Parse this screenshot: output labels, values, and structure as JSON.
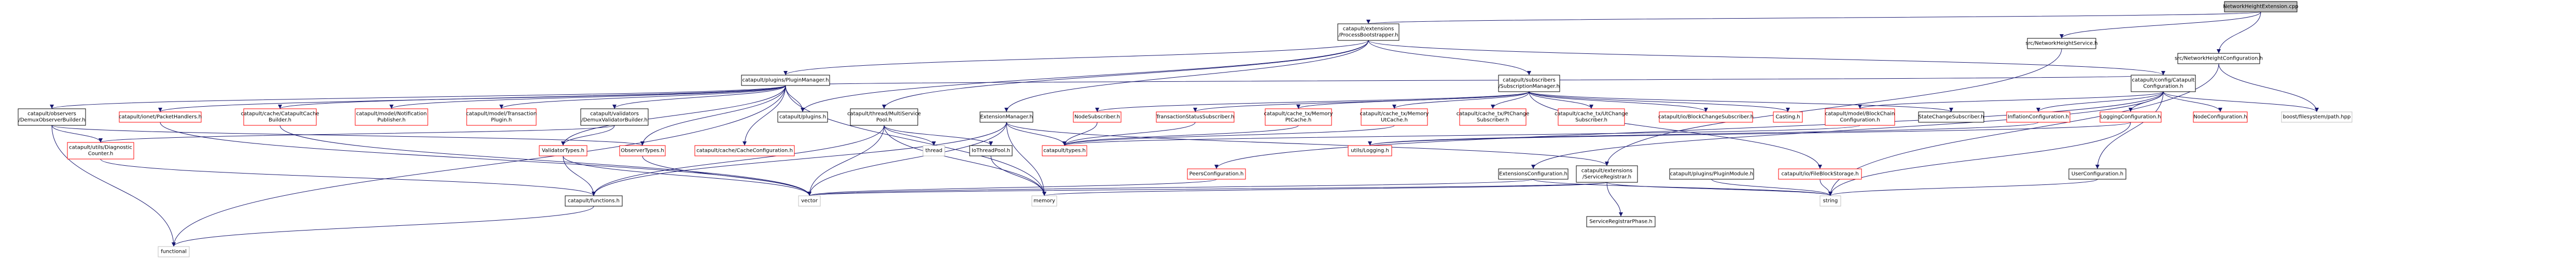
{
  "nodes": [
    {
      "id": "root",
      "lines": [
        "NetworkHeightExtension.cpp"
      ],
      "style": "root"
    },
    {
      "id": "pbs",
      "lines": [
        "catapult/extensions",
        "/ProcessBootstrapper.h"
      ],
      "style": "std"
    },
    {
      "id": "nhsvc",
      "lines": [
        "src/NetworkHeightService.h"
      ],
      "style": "std"
    },
    {
      "id": "nhcfg",
      "lines": [
        "src/NetworkHeightConfiguration.h"
      ],
      "style": "std"
    },
    {
      "id": "plugmgr",
      "lines": [
        "catapult/plugins/PluginManager.h"
      ],
      "style": "std"
    },
    {
      "id": "subsmgr",
      "lines": [
        "catapult/subscribers",
        "/SubscriptionManager.h"
      ],
      "style": "std"
    },
    {
      "id": "catcfg",
      "lines": [
        "catapult/config/Catapult",
        "Configuration.h"
      ],
      "style": "std"
    },
    {
      "id": "obsbuilder",
      "lines": [
        "catapult/observers",
        "/DemuxObserverBuilder.h"
      ],
      "style": "std"
    },
    {
      "id": "pkthandlers",
      "lines": [
        "catapult/ionet/PacketHandlers.h"
      ],
      "style": "red"
    },
    {
      "id": "cachebuilder",
      "lines": [
        "catapult/cache/CatapultCache",
        "Builder.h"
      ],
      "style": "red"
    },
    {
      "id": "notifpub",
      "lines": [
        "catapult/model/Notification",
        "Publisher.h"
      ],
      "style": "red"
    },
    {
      "id": "txplugin",
      "lines": [
        "catapult/model/Transaction",
        "Plugin.h"
      ],
      "style": "red"
    },
    {
      "id": "valbuilder",
      "lines": [
        "catapult/validators",
        "/DemuxValidatorBuilder.h"
      ],
      "style": "std"
    },
    {
      "id": "pluginsh",
      "lines": [
        "catapult/plugins.h"
      ],
      "style": "std"
    },
    {
      "id": "threadpool",
      "lines": [
        "catapult/thread/MultiService",
        "Pool.h"
      ],
      "style": "std"
    },
    {
      "id": "extmgr",
      "lines": [
        "ExtensionManager.h"
      ],
      "style": "std"
    },
    {
      "id": "nodesub",
      "lines": [
        "NodeSubscriber.h"
      ],
      "style": "red"
    },
    {
      "id": "txstatsub",
      "lines": [
        "TransactionStatusSubscriber.h"
      ],
      "style": "red"
    },
    {
      "id": "ptcache",
      "lines": [
        "catapult/cache_tx/Memory",
        "PtCache.h"
      ],
      "style": "red"
    },
    {
      "id": "utcache",
      "lines": [
        "catapult/cache_tx/Memory",
        "UtCache.h"
      ],
      "style": "red"
    },
    {
      "id": "ptchgsub",
      "lines": [
        "catapult/cache_tx/PtChange",
        "Subscriber.h"
      ],
      "style": "red"
    },
    {
      "id": "utchgsub",
      "lines": [
        "catapult/cache_tx/UtChange",
        "Subscriber.h"
      ],
      "style": "red"
    },
    {
      "id": "blkchgsub",
      "lines": [
        "catapult/io/BlockChangeSubscriber.h"
      ],
      "style": "red"
    },
    {
      "id": "casting",
      "lines": [
        "Casting.h"
      ],
      "style": "red"
    },
    {
      "id": "blockchaincfg",
      "lines": [
        "catapult/model/BlockChain",
        "Configuration.h"
      ],
      "style": "red"
    },
    {
      "id": "statechgsub",
      "lines": [
        "StateChangeSubscriber.h"
      ],
      "style": "std"
    },
    {
      "id": "inflationcfg",
      "lines": [
        "InflationConfiguration.h"
      ],
      "style": "red"
    },
    {
      "id": "loggingcfg",
      "lines": [
        "LoggingConfiguration.h"
      ],
      "style": "red"
    },
    {
      "id": "nodecfg",
      "lines": [
        "NodeConfiguration.h"
      ],
      "style": "red"
    },
    {
      "id": "boostpath",
      "lines": [
        "boost/filesystem/path.hpp"
      ],
      "style": "gray"
    },
    {
      "id": "diagcounter",
      "lines": [
        "catapult/utils/Diagnostic",
        "Counter.h"
      ],
      "style": "red"
    },
    {
      "id": "valtypes",
      "lines": [
        "ValidatorTypes.h"
      ],
      "style": "red"
    },
    {
      "id": "obstypes",
      "lines": [
        "ObserverTypes.h"
      ],
      "style": "red"
    },
    {
      "id": "cachecfg",
      "lines": [
        "catapult/cache/CacheConfiguration.h"
      ],
      "style": "red"
    },
    {
      "id": "thread",
      "lines": [
        "thread"
      ],
      "style": "gray"
    },
    {
      "id": "iothreadpool",
      "lines": [
        "IoThreadPool.h"
      ],
      "style": "std"
    },
    {
      "id": "typesh",
      "lines": [
        "catapult/types.h"
      ],
      "style": "red"
    },
    {
      "id": "peerscfg",
      "lines": [
        "PeersConfiguration.h"
      ],
      "style": "red"
    },
    {
      "id": "logging",
      "lines": [
        "utils/Logging.h"
      ],
      "style": "red"
    },
    {
      "id": "servicereg",
      "lines": [
        "catapult/extensions",
        "/ServiceRegistrar.h"
      ],
      "style": "std"
    },
    {
      "id": "extcfg",
      "lines": [
        "ExtensionsConfiguration.h"
      ],
      "style": "std"
    },
    {
      "id": "pluginmodule",
      "lines": [
        "catapult/plugins/PluginModule.h"
      ],
      "style": "std"
    },
    {
      "id": "filestorage",
      "lines": [
        "catapult/io/FileBlockStorage.h"
      ],
      "style": "red"
    },
    {
      "id": "usercfg",
      "lines": [
        "UserConfiguration.h"
      ],
      "style": "std"
    },
    {
      "id": "functions",
      "lines": [
        "catapult/functions.h"
      ],
      "style": "std"
    },
    {
      "id": "functional",
      "lines": [
        "functional"
      ],
      "style": "gray"
    },
    {
      "id": "vector",
      "lines": [
        "vector"
      ],
      "style": "gray"
    },
    {
      "id": "memory",
      "lines": [
        "memory"
      ],
      "style": "gray"
    },
    {
      "id": "string",
      "lines": [
        "string"
      ],
      "style": "gray"
    },
    {
      "id": "srvphase",
      "lines": [
        "ServiceRegistrarPhase.h"
      ],
      "style": "std"
    }
  ],
  "edges": [
    [
      "root",
      "pbs"
    ],
    [
      "root",
      "nhsvc"
    ],
    [
      "root",
      "nhcfg"
    ],
    [
      "pbs",
      "plugmgr"
    ],
    [
      "pbs",
      "subsmgr"
    ],
    [
      "pbs",
      "catcfg"
    ],
    [
      "pbs",
      "threadpool"
    ],
    [
      "pbs",
      "extmgr"
    ],
    [
      "pbs",
      "pluginsh"
    ],
    [
      "nhsvc",
      "servicereg"
    ],
    [
      "nhcfg",
      "boostpath"
    ],
    [
      "nhcfg",
      "string"
    ],
    [
      "plugmgr",
      "obsbuilder"
    ],
    [
      "plugmgr",
      "pkthandlers"
    ],
    [
      "plugmgr",
      "cachebuilder"
    ],
    [
      "plugmgr",
      "notifpub"
    ],
    [
      "plugmgr",
      "txplugin"
    ],
    [
      "plugmgr",
      "valbuilder"
    ],
    [
      "plugmgr",
      "pluginsh"
    ],
    [
      "plugmgr",
      "catcfg"
    ],
    [
      "plugmgr",
      "cachecfg"
    ],
    [
      "plugmgr",
      "valtypes"
    ],
    [
      "plugmgr",
      "obstypes"
    ],
    [
      "plugmgr",
      "functional"
    ],
    [
      "plugmgr",
      "memory"
    ],
    [
      "subsmgr",
      "nodesub"
    ],
    [
      "subsmgr",
      "txstatsub"
    ],
    [
      "subsmgr",
      "ptcache"
    ],
    [
      "subsmgr",
      "utcache"
    ],
    [
      "subsmgr",
      "ptchgsub"
    ],
    [
      "subsmgr",
      "utchgsub"
    ],
    [
      "subsmgr",
      "blkchgsub"
    ],
    [
      "subsmgr",
      "casting"
    ],
    [
      "subsmgr",
      "statechgsub"
    ],
    [
      "subsmgr",
      "filestorage"
    ],
    [
      "catcfg",
      "blockchaincfg"
    ],
    [
      "catcfg",
      "inflationcfg"
    ],
    [
      "catcfg",
      "loggingcfg"
    ],
    [
      "catcfg",
      "nodecfg"
    ],
    [
      "catcfg",
      "usercfg"
    ],
    [
      "catcfg",
      "boostpath"
    ],
    [
      "catcfg",
      "extcfg"
    ],
    [
      "catcfg",
      "peerscfg"
    ],
    [
      "obsbuilder",
      "obstypes"
    ],
    [
      "obsbuilder",
      "diagcounter"
    ],
    [
      "obsbuilder",
      "functional"
    ],
    [
      "pkthandlers",
      "vector"
    ],
    [
      "cachebuilder",
      "vector"
    ],
    [
      "valbuilder",
      "valtypes"
    ],
    [
      "valbuilder",
      "diagcounter"
    ],
    [
      "threadpool",
      "iothreadpool"
    ],
    [
      "threadpool",
      "thread"
    ],
    [
      "threadpool",
      "functions"
    ],
    [
      "threadpool",
      "memory"
    ],
    [
      "threadpool",
      "vector"
    ],
    [
      "extmgr",
      "typesh"
    ],
    [
      "extmgr",
      "servicereg"
    ],
    [
      "extmgr",
      "functions"
    ],
    [
      "extmgr",
      "memory"
    ],
    [
      "extmgr",
      "vector"
    ],
    [
      "nodesub",
      "typesh"
    ],
    [
      "txstatsub",
      "typesh"
    ],
    [
      "ptcache",
      "typesh"
    ],
    [
      "utcache",
      "typesh"
    ],
    [
      "blockchaincfg",
      "typesh"
    ],
    [
      "inflationcfg",
      "logging"
    ],
    [
      "loggingcfg",
      "logging"
    ],
    [
      "loggingcfg",
      "string"
    ],
    [
      "valtypes",
      "functions"
    ],
    [
      "valtypes",
      "vector"
    ],
    [
      "obstypes",
      "vector"
    ],
    [
      "iothreadpool",
      "memory"
    ],
    [
      "diagcounter",
      "functions"
    ],
    [
      "functions",
      "functional"
    ],
    [
      "servicereg",
      "srvphase"
    ],
    [
      "servicereg",
      "string"
    ],
    [
      "servicereg",
      "memory"
    ],
    [
      "servicereg",
      "vector"
    ],
    [
      "extcfg",
      "string"
    ],
    [
      "extcfg",
      "vector"
    ],
    [
      "pluginmodule",
      "string"
    ],
    [
      "usercfg",
      "string"
    ],
    [
      "peerscfg",
      "vector"
    ],
    [
      "filestorage",
      "string"
    ]
  ]
}
